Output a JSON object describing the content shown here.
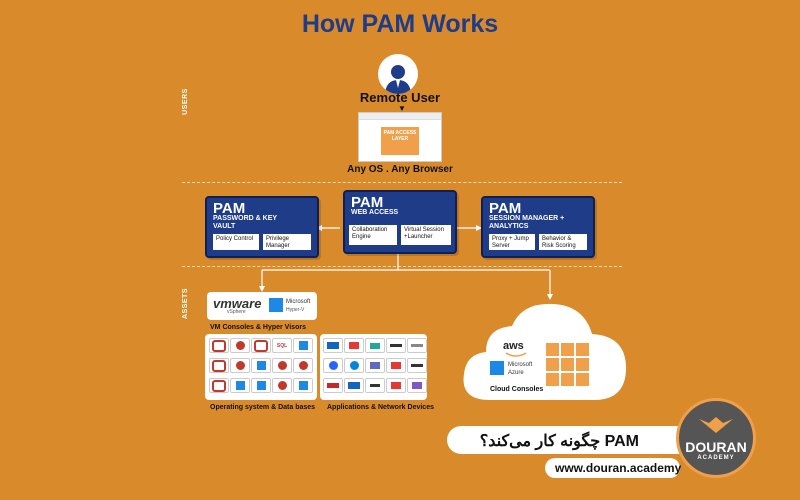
{
  "title": "How PAM Works",
  "section_users": "USERS",
  "section_assets": "ASSETS",
  "remote_user": "Remote User",
  "browser_layer": "PAM ACCESS LAYER",
  "any_os": "Any OS . Any Browser",
  "cards": {
    "vault": {
      "h1": "PAM",
      "h2": "PASSWORD & KEY VAULT",
      "sub1": "Policy Control",
      "sub2": "Privilege Manager"
    },
    "web": {
      "h1": "PAM",
      "h2": "WEB ACCESS",
      "sub1": "Collaboration Engine",
      "sub2": "Virtual Session +Launcher"
    },
    "session": {
      "h1": "PAM",
      "h2": "SESSION MANAGER + ANALYTICS",
      "sub1": "Proxy + Jump Server",
      "sub2": "Behavior & Risk Scoring"
    }
  },
  "vm": {
    "vmware": "vmware",
    "vsphere": "vSphere",
    "microsoft": "Microsoft",
    "hyperv": "Hyper-V",
    "label": "VM Consoles & Hyper Visors"
  },
  "os_label": "Operating system & Data bases",
  "apps_label": "Applications & Network Devices",
  "cloud": {
    "aws": "aws",
    "azure1": "Microsoft",
    "azure2": "Azure",
    "label": "Cloud Consoles"
  },
  "footer": {
    "question": "PAM چگونه کار می‌کند؟",
    "url": "www.douran.academy",
    "logo1": "DOURAN",
    "logo2": "ACADEMY"
  },
  "colors": {
    "background": "#d98a2b",
    "navy": "#1f3c88",
    "orange": "#f0a04b"
  }
}
